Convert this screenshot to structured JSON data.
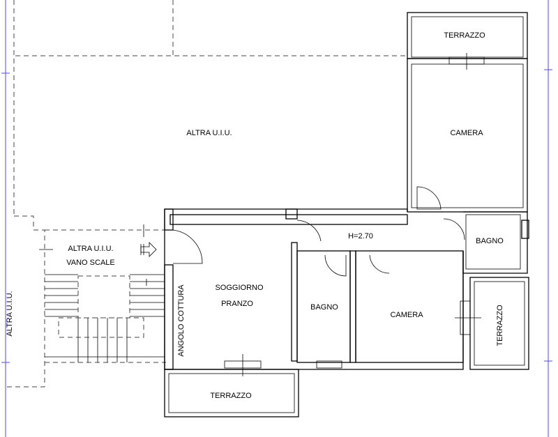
{
  "rooms": {
    "altra_uiu_top": "ALTRA U.I.U.",
    "altra_uiu_stairs": "ALTRA U.I.U.",
    "vano_scale": "VANO SCALE",
    "altra_uiu_left": "ALTRA U.I.U.",
    "terrazzo_top": "TERRAZZO",
    "camera_top": "CAMERA",
    "bagno_right": "BAGNO",
    "height": "H=2.70",
    "soggiorno": "SOGGIORNO",
    "pranzo": "PRANZO",
    "angolo_cottura": "ANGOLO COTTURA",
    "bagno_center": "BAGNO",
    "camera_center": "CAMERA",
    "terrazzo_right": "TERRAZZO",
    "terrazzo_bottom": "TERRAZZO"
  }
}
